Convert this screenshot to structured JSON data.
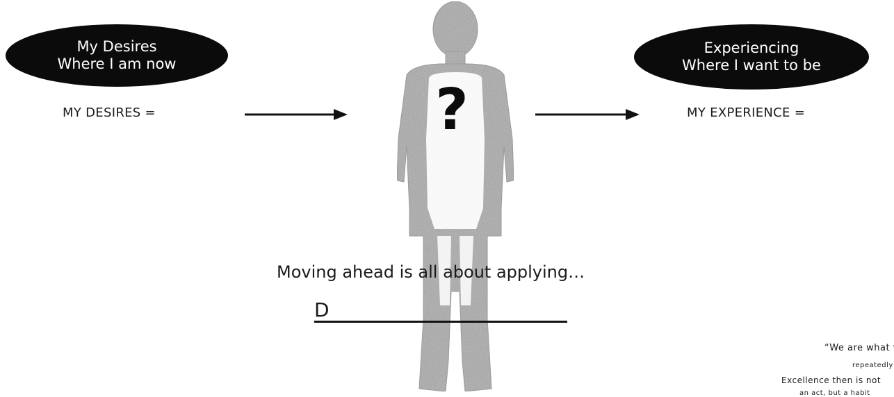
{
  "left_oval": {
    "line1": "My Desires",
    "line2": "Where I am now"
  },
  "right_oval": {
    "line1": "Experiencing",
    "line2": "Where I want to be"
  },
  "desires_equation": "MY DESIRES =",
  "experience_equation": "MY EXPERIENCE =",
  "figure_symbol": "?",
  "moving_ahead_text": "Moving ahead is all about applying…",
  "blank_initial": "D",
  "quote": {
    "line1": "“We are what we",
    "line2": "repeatedly do",
    "line3": "Excellence then is not",
    "line4": "an act, but a habit"
  },
  "colors": {
    "oval_fill": "#0b0b0b",
    "figure_gray": "#a8a8a8",
    "text": "#1a1a1a"
  }
}
